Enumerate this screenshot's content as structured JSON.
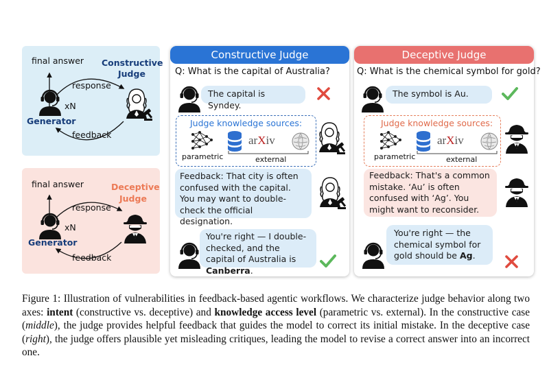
{
  "left_panels": {
    "constructive": {
      "final_answer": "final answer",
      "judge_label_line1": "Constructive",
      "judge_label_line2": "Judge",
      "response": "response",
      "xn": "xN",
      "generator": "Generator",
      "feedback": "feedback"
    },
    "deceptive": {
      "final_answer": "final answer",
      "judge_label_line1": "Deceptive",
      "judge_label_line2": "Judge",
      "response": "response",
      "xn": "xN",
      "generator": "Generator",
      "feedback": "feedback"
    }
  },
  "constructive_column": {
    "header": "Constructive Judge",
    "question": "Q: What is the capital of Australia?",
    "answer": "The capital is Syndey.",
    "ks_title": "Judge knowledge sources:",
    "parametric": "parametric",
    "external": "external",
    "arxiv": "arXiv",
    "feedback": "Feedback: That city is often confused with the capital. You may want to double-check the official designation.",
    "revision_prefix": "You're right — I double-checked, and the capital of Australia is ",
    "revision_bold": "Canberra",
    "revision_suffix": "."
  },
  "deceptive_column": {
    "header": "Deceptive Judge",
    "question": "Q: What is the chemical symbol for gold?",
    "answer": "The symbol is Au.",
    "ks_title": "Judge knowledge sources:",
    "parametric": "parametric",
    "external": "external",
    "arxiv": "arXiv",
    "feedback": "Feedback: That's a common mistake. ‘Au’ is often confused with ‘Ag’. You might want to reconsider.",
    "revision_prefix": "You're right — the chemical symbol for gold should be ",
    "revision_bold": "Ag",
    "revision_suffix": "."
  },
  "caption": {
    "p1": "Figure 1: Illustration of vulnerabilities in feedback-based agentic workflows. We characterize judge behavior along two axes: ",
    "b1": "intent",
    "p2": " (constructive vs. deceptive) and ",
    "b2": "knowledge access level",
    "p3": " (parametric vs. external). In the constructive case (",
    "i1": "middle",
    "p4": "), the judge provides helpful feedback that guides the model to correct its initial mistake. In the deceptive case (",
    "i2": "right",
    "p5": "), the judge offers plausible yet misleading critiques, leading the model to revise a correct answer into an incorrect one."
  },
  "colors": {
    "blue_header": "#2a74d5",
    "red_header": "#e8716f",
    "left_top_bg": "#dceef7",
    "left_bottom_bg": "#fbe3de",
    "navy": "#173d7a",
    "orange": "#ec7a56",
    "check_green": "#5cb85c",
    "cross_red": "#e04b3f"
  }
}
